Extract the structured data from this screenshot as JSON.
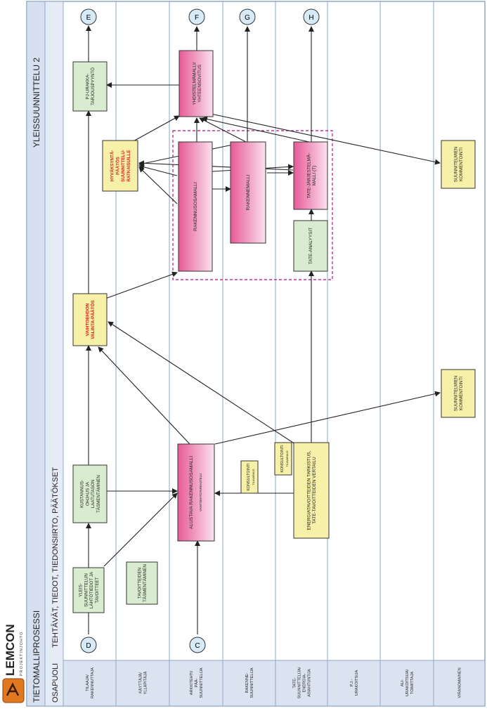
{
  "header": {
    "title": "TIETOMALLIPROSESSI",
    "stage": "YLEISSUUNNITTELU 2",
    "participants_label": "OSAPUOLI",
    "tasks_label": "TEHTÄVÄT, TIEDOT, TIEDONSIIRTO, PÄÄTÖKSET"
  },
  "logo": {
    "name": "LEMCON",
    "sub": "PROJEKTINJOHTO"
  },
  "lanes": [
    [
      "TILAAJA/",
      "RAKENNUTTAJA"
    ],
    [
      "KÄYTTÄJÄ/",
      "YLLÄPITÄJÄ"
    ],
    [
      "ARKKITEHTI/",
      "PÄÄ-",
      "SUUNNITTELIJA"
    ],
    [
      "RAKENNE-",
      "SUUNNITTELIJA"
    ],
    [
      "TATE-",
      "SUUNNITTELIJA/",
      "ENERGIA-",
      "ASIANTUNTIJA"
    ],
    [
      "P.J.-",
      "URAKOITSIJA"
    ],
    [
      "ALI-",
      "URAKOITSIJA/",
      "TOIMITTAJA"
    ],
    [
      "VIRANOMAINEN"
    ]
  ],
  "connectors": {
    "D": "D",
    "E": "E",
    "C": "C",
    "F": "F",
    "G": "G",
    "H": "H"
  },
  "boxes": {
    "lahtotiedot": [
      "YLEIS-",
      "SUUNNITTELUN",
      "LÄHTÖTIEDOT JA",
      "TAVOITTEET"
    ],
    "tavoitteiden": [
      "TAVOITTEIDEN",
      "TÄSMENTÄMINEN"
    ],
    "kustannus": [
      "KUSTANNUS-",
      "OHJAUS JA",
      "LAATUTASON",
      "TÄSMENTÄMINEN"
    ],
    "vaihtoehdon": [
      "VAIHTOEHDON",
      "VALINTA-PÄÄTÖS"
    ],
    "hyvaksynta": [
      "HYVÄKSYNTÄ-",
      "PÄÄTÖS",
      "SUUNNITTELU-",
      "RATKAISUILLE"
    ],
    "pjurakka": [
      "PJ-URAKKA-",
      "TARJOUSPYYNTÖ"
    ],
    "alustava_main": "ALUSTAVA RAKENNUSOSAMALLI",
    "alustava_sub": "VAIHTOEHTOTARKASTELU",
    "konsultointi1_main": "KONSULTOINTI",
    "konsultointi1_sub": "TILAVARAUS",
    "konsultointi2_main": "KONSULTOINTI",
    "konsultointi2_sub": "TILAVARAUS",
    "energia": [
      "ENERGIATAVOITTEIDEN TARKISTUS,",
      "TATE-TAVOITTEIDEN VERTAILU"
    ],
    "rakennusosamalli": "RAKENNUSOSAMALLI",
    "rakennemalli": "RAKENNEMALLI",
    "tate_analyysit": "TATE-ANALYYSIT",
    "tate_jarjestelma": [
      "TATE-JÄRJESTELMÄ-",
      "MALLI (T)"
    ],
    "yhdistelma": [
      "YHDISTELMÄMALLI/",
      "YHTEENSOVITUS"
    ],
    "kommentointi1": [
      "SUUNNITELMIEN",
      "KOMMENTOINTI"
    ],
    "kommentointi2": [
      "SUUNNITELMIEN",
      "KOMMENTOINTI"
    ]
  },
  "colors": {
    "lane_border": "#8da7c9",
    "lane_header": "#dbe3f1",
    "header_band": "#d6e0f0",
    "connector": "#d6eaf8",
    "green_box": "#d9ecd0",
    "yellow_box": "#f6f0a8",
    "pink_top": "#e8629c",
    "pink_bottom": "#f9dbe9",
    "red_text": "#e02020",
    "dashed": "#c4309a",
    "logo_orange": "#e07820"
  }
}
